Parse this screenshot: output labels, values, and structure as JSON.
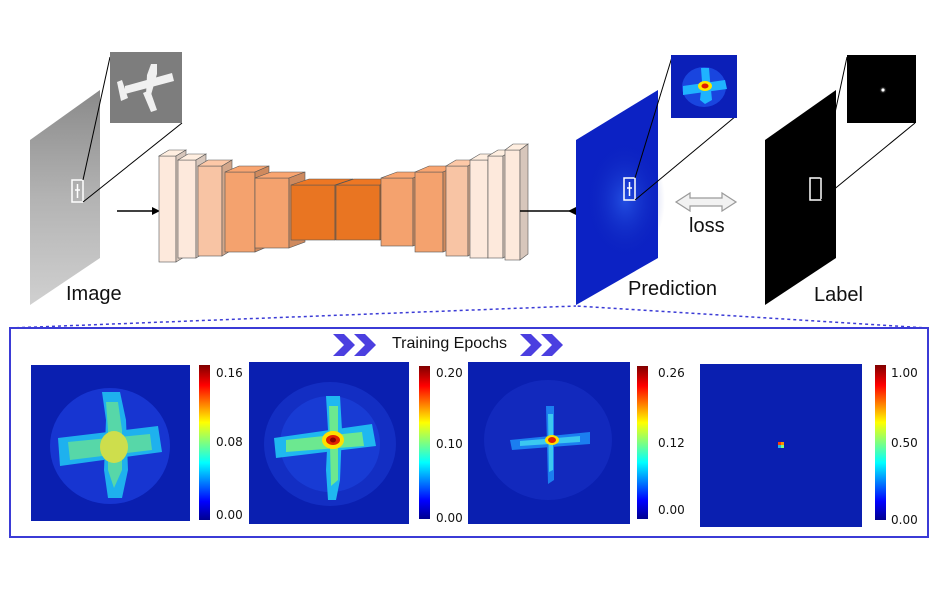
{
  "labels": {
    "image": "Image",
    "prediction": "Prediction",
    "label": "Label",
    "loss": "loss",
    "training_epochs": "Training Epochs"
  },
  "colorbars": [
    {
      "max": "0.16",
      "mid": "0.08",
      "min": "0.00"
    },
    {
      "max": "0.20",
      "mid": "0.10",
      "min": "0.00"
    },
    {
      "max": "0.26",
      "mid": "0.12",
      "min": "0.00"
    },
    {
      "max": "1.00",
      "mid": "0.50",
      "min": "0.00"
    }
  ],
  "colors": {
    "border": "#3b3bd6",
    "arrows": "#4b3fe0",
    "jet_bg": "#0a1fb0",
    "layers": [
      "#fde9dc",
      "#f8c4a4",
      "#f4a26e",
      "#e97522"
    ]
  }
}
